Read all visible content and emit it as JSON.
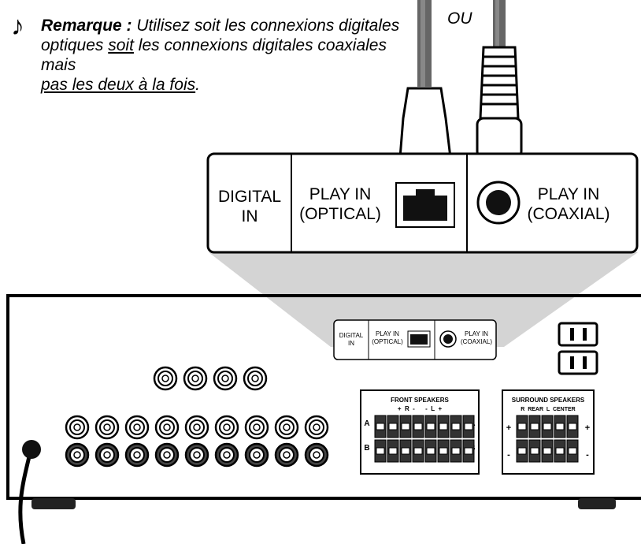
{
  "note": {
    "title": "Remarque :",
    "text_1": "Utilisez soit les connexions digitales optiques",
    "text_soit": "soit",
    "text_2": "les connexions digitales coaxiales mais",
    "text_3": "pas les deux à la fois",
    "text_end": "."
  },
  "ou_label": "OU",
  "zoom_panel": {
    "digital_in_1": "DIGITAL",
    "digital_in_2": "IN",
    "optical_1": "PLAY IN",
    "optical_2": "(OPTICAL)",
    "coaxial_1": "PLAY IN",
    "coaxial_2": "(COAXIAL)"
  },
  "small_panel": {
    "digital_in_1": "DIGITAL",
    "digital_in_2": "IN",
    "optical_1": "PLAY IN",
    "optical_2": "(OPTICAL)",
    "coaxial_1": "PLAY IN",
    "coaxial_2": "(COAXIAL)"
  },
  "front_speakers": {
    "title": "FRONT SPEAKERS",
    "polarity": "+  R  -      -  L  +",
    "row_a": "A",
    "row_b": "B"
  },
  "surround_speakers": {
    "title": "SURROUND SPEAKERS",
    "subtitle": "R  REAR  L  CENTER",
    "plus": "+",
    "minus": "-"
  }
}
